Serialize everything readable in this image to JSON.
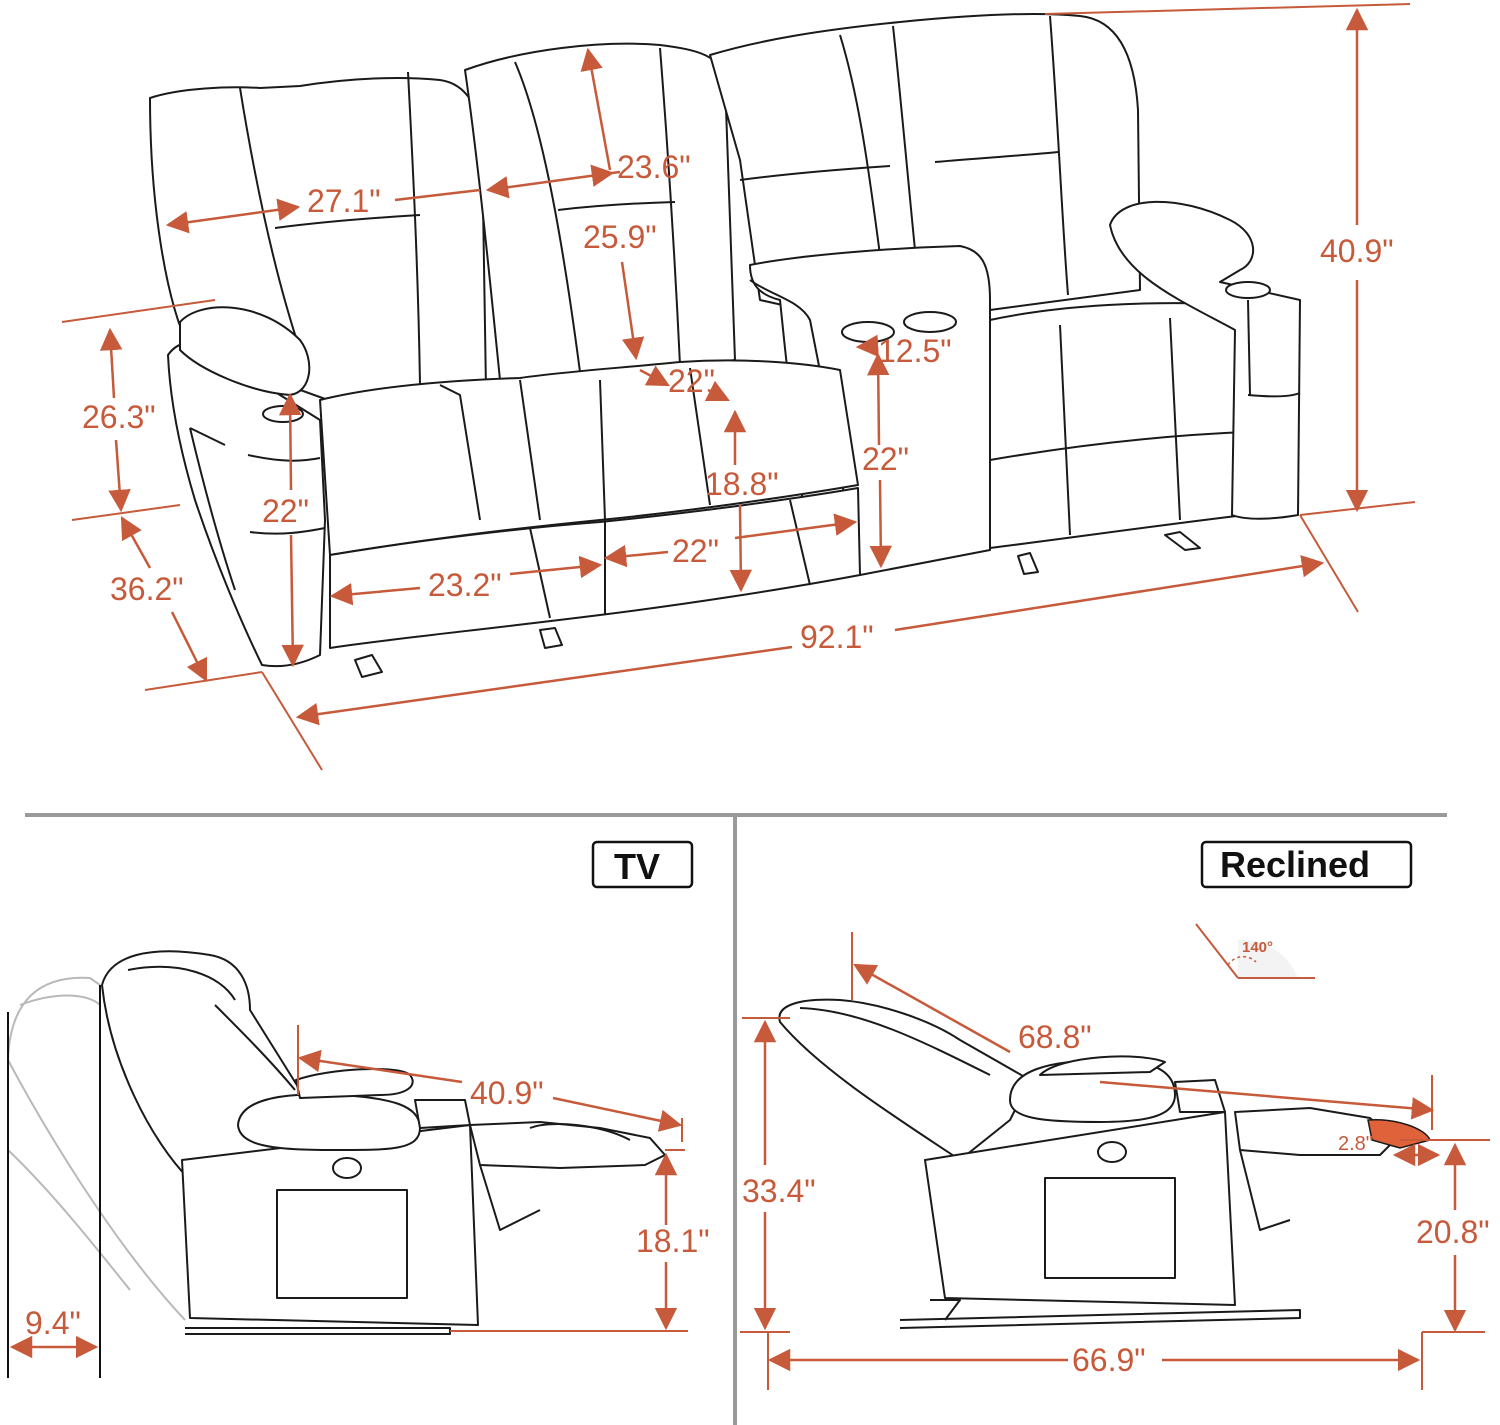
{
  "colors": {
    "dimension": "#c65a3a",
    "line": "#1a1a1a",
    "divider": "#9a9a9a",
    "ghost": "#b9b9b9",
    "footrest": "#e0623a"
  },
  "top_view": {
    "dimensions": {
      "seat_back_width": "27.1\"",
      "back_width_2": "23.6\"",
      "back_height": "25.9\"",
      "seat_depth": "22\"",
      "console_width": "12.5\"",
      "seat_width": "18.8\"",
      "console_height": "22\"",
      "arm_height": "26.3\"",
      "armrest_to_floor": "22\"",
      "depth": "36.2\"",
      "seat_front_width": "23.2\"",
      "seat_front_width_2": "22\"",
      "total_width": "92.1\"",
      "total_height": "40.9\""
    }
  },
  "tv_view": {
    "label": "TV",
    "dimensions": {
      "length": "40.9\"",
      "footrest_height": "18.1\"",
      "wall_clearance": "9.4\""
    }
  },
  "reclined_view": {
    "label": "Reclined",
    "angle": "140°",
    "dimensions": {
      "length": "68.8\"",
      "height": "33.4\"",
      "footrest_height": "20.8\"",
      "footrest_extension": "2.8\"",
      "total_length": "66.9\""
    }
  }
}
